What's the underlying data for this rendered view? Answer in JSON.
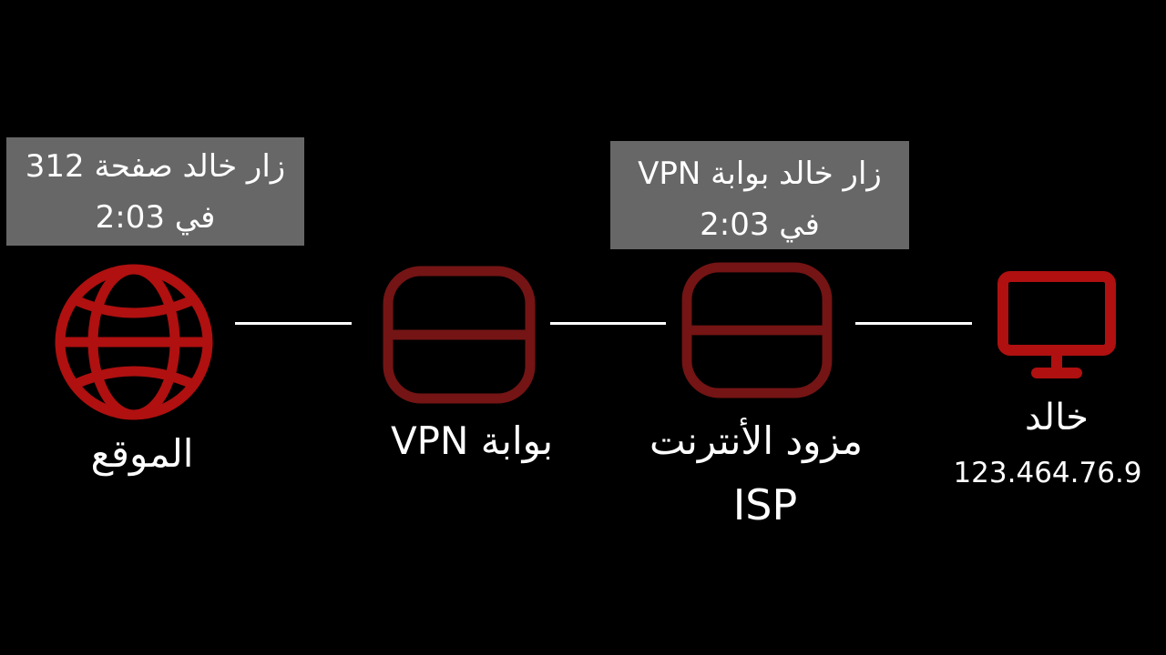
{
  "colors": {
    "background": "#000000",
    "callout_bg": "#676767",
    "icon_red": "#b01010",
    "server_dark": "#741414",
    "server_light": "#e53535",
    "connector": "#ffffff"
  },
  "callouts": [
    {
      "line1": "زار خالد صفحة 312",
      "line2": "في 2:03"
    },
    {
      "line1": "زار خالد بوابة VPN",
      "line2": "في 2:03"
    }
  ],
  "nodes": [
    {
      "id": "website",
      "icon": "globe-icon",
      "label": "الموقع"
    },
    {
      "id": "vpn",
      "icon": "server-icon",
      "label": "بوابة VPN"
    },
    {
      "id": "isp",
      "icon": "server-icon",
      "label": "مزود الأنترنت",
      "sublabel": "ISP"
    },
    {
      "id": "khaled",
      "icon": "monitor-icon",
      "label": "خالد",
      "sublabel": "123.464.76.9"
    }
  ]
}
